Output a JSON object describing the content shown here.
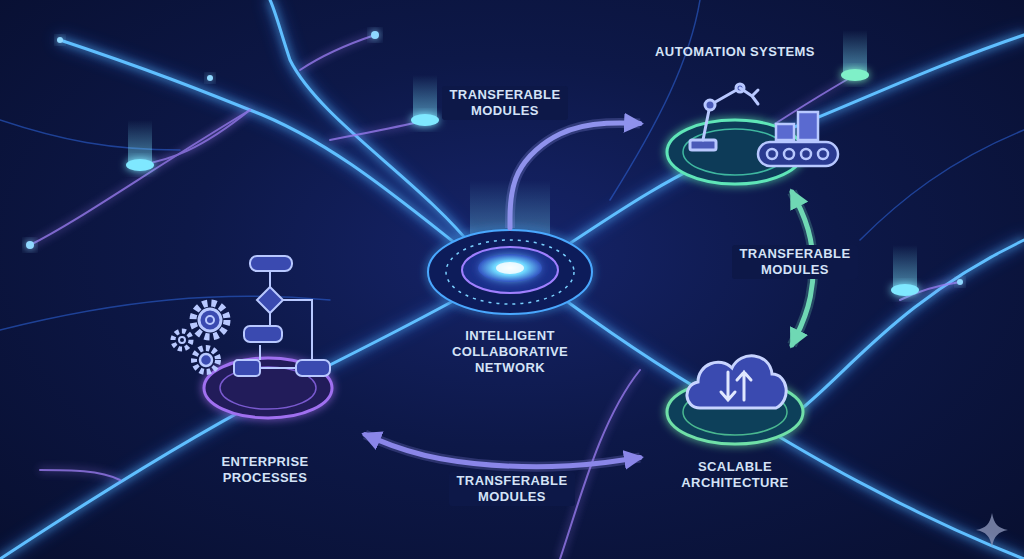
{
  "diagram": {
    "nodes": [
      {
        "text": [
          "AUTOMATION SYSTEMS"
        ]
      },
      {
        "text": [
          "INTELLIGENT COLLABORATIVE NETWORK"
        ]
      },
      {
        "text": [
          "ENTERPRISE PROCESSES"
        ]
      },
      {
        "text": [
          "SCALABLE ARCHITECTURE"
        ]
      }
    ],
    "edges": [
      {
        "from": 1,
        "to": 0,
        "label": "TRANSFERABLE MODULES",
        "arrow": "to"
      },
      {
        "from": 0,
        "to": 3,
        "label": "TRANSFERABLE MODULES",
        "arrow": "both"
      },
      {
        "from": 3,
        "to": 2,
        "label": "TRANSFERABLE MODULES",
        "arrow": "both"
      }
    ]
  }
}
